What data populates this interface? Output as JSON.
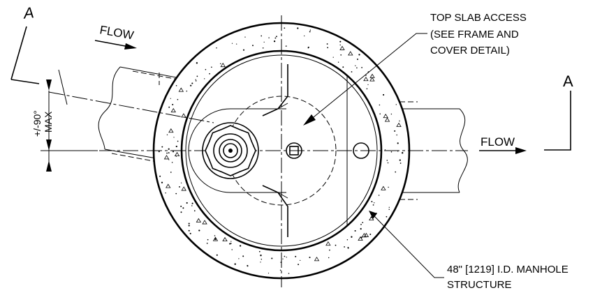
{
  "section_markers": {
    "left": "A",
    "right": "A"
  },
  "labels": {
    "flow_upper": "FLOW",
    "flow_right": "FLOW",
    "angle_line1": "+/-90°",
    "angle_line2": "MAX",
    "callout_top_line1": "TOP SLAB ACCESS",
    "callout_top_line2": "(SEE FRAME AND",
    "callout_top_line3": "COVER DETAIL)",
    "callout_bottom_line1": "48\" [1219] I.D. MANHOLE",
    "callout_bottom_line2": "STRUCTURE"
  }
}
